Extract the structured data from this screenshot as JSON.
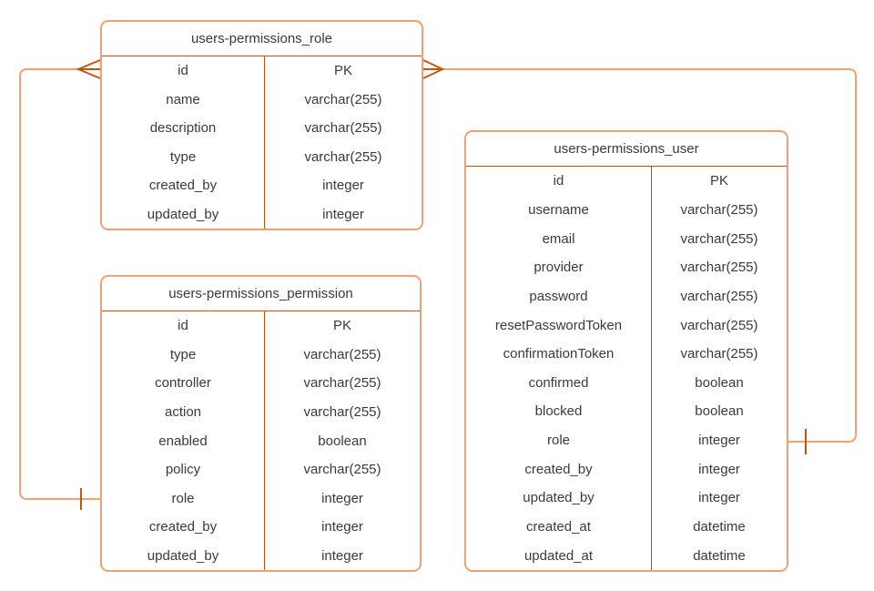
{
  "diagram": {
    "colors": {
      "table_border": "#f0a173",
      "inner_line": "#c7540e",
      "connector_line": "#f0a173",
      "marker": "#c7540e",
      "text": "#3a3a3a",
      "background": "#ffffff"
    },
    "tables": [
      {
        "title": "users-permissions_role",
        "rows": [
          {
            "field": "id",
            "type": "PK"
          },
          {
            "field": "name",
            "type": "varchar(255)"
          },
          {
            "field": "description",
            "type": "varchar(255)"
          },
          {
            "field": "type",
            "type": "varchar(255)"
          },
          {
            "field": "created_by",
            "type": "integer"
          },
          {
            "field": "updated_by",
            "type": "integer"
          }
        ]
      },
      {
        "title": "users-permissions_permission",
        "rows": [
          {
            "field": "id",
            "type": "PK"
          },
          {
            "field": "type",
            "type": "varchar(255)"
          },
          {
            "field": "controller",
            "type": "varchar(255)"
          },
          {
            "field": "action",
            "type": "varchar(255)"
          },
          {
            "field": "enabled",
            "type": "boolean"
          },
          {
            "field": "policy",
            "type": "varchar(255)"
          },
          {
            "field": "role",
            "type": "integer"
          },
          {
            "field": "created_by",
            "type": "integer"
          },
          {
            "field": "updated_by",
            "type": "integer"
          }
        ]
      },
      {
        "title": "users-permissions_user",
        "rows": [
          {
            "field": "id",
            "type": "PK"
          },
          {
            "field": "username",
            "type": "varchar(255)"
          },
          {
            "field": "email",
            "type": "varchar(255)"
          },
          {
            "field": "provider",
            "type": "varchar(255)"
          },
          {
            "field": "password",
            "type": "varchar(255)"
          },
          {
            "field": "resetPasswordToken",
            "type": "varchar(255)"
          },
          {
            "field": "confirmationToken",
            "type": "varchar(255)"
          },
          {
            "field": "confirmed",
            "type": "boolean"
          },
          {
            "field": "blocked",
            "type": "boolean"
          },
          {
            "field": "role",
            "type": "integer"
          },
          {
            "field": "created_by",
            "type": "integer"
          },
          {
            "field": "updated_by",
            "type": "integer"
          },
          {
            "field": "created_at",
            "type": "datetime"
          },
          {
            "field": "updated_at",
            "type": "datetime"
          }
        ]
      }
    ],
    "relationships": [
      {
        "from_table": "users-permissions_role",
        "from_field": "id",
        "from_marker": "many",
        "to_table": "users-permissions_permission",
        "to_field": "role",
        "to_marker": "one"
      },
      {
        "from_table": "users-permissions_role",
        "from_field": "id",
        "from_marker": "many",
        "to_table": "users-permissions_user",
        "to_field": "role",
        "to_marker": "one"
      }
    ]
  }
}
